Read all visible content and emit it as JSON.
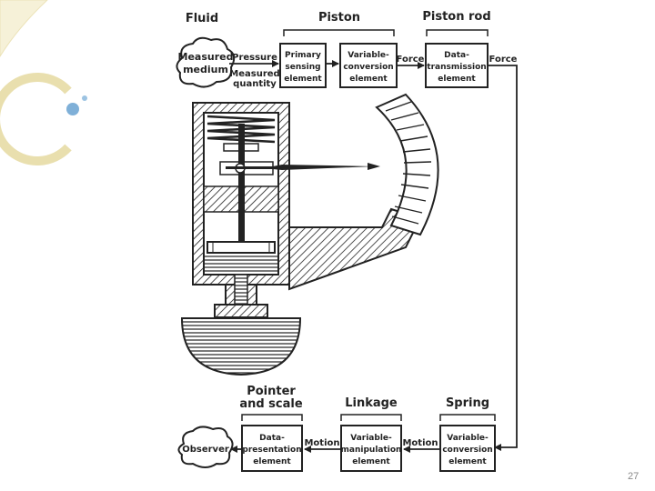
{
  "top_labels": {
    "fluid": "Fluid",
    "piston": "Piston",
    "piston_rod": "Piston rod"
  },
  "bottom_labels": {
    "pointer_line1": "Pointer",
    "pointer_line2": "and scale",
    "linkage": "Linkage",
    "spring": "Spring"
  },
  "nodes": {
    "measured_line1": "Measured",
    "measured_line2": "medium",
    "observer": "Observer"
  },
  "blocks": {
    "primary": [
      "Primary",
      "sensing",
      "element"
    ],
    "variable_conversion_top": [
      "Variable-",
      "conversion",
      "element"
    ],
    "data_transmission": [
      "Data-",
      "transmission",
      "element"
    ],
    "variable_conversion_bottom": [
      "Variable-",
      "conversion",
      "element"
    ],
    "variable_manipulation": [
      "Variable-",
      "manipulation",
      "element"
    ],
    "data_presentation": [
      "Data-",
      "presentation",
      "element"
    ]
  },
  "arrow_labels": {
    "pressure": "Pressure",
    "measured_quantity_1": "Measured",
    "measured_quantity_2": "quantity",
    "force_1": "Force",
    "force_2": "Force",
    "motion_1": "Motion",
    "motion_2": "Motion"
  },
  "slide_number": "27",
  "colors": {
    "line": "#222222",
    "accent_ring": "#e9dfae",
    "accent_dot": "#7fb0d8"
  }
}
